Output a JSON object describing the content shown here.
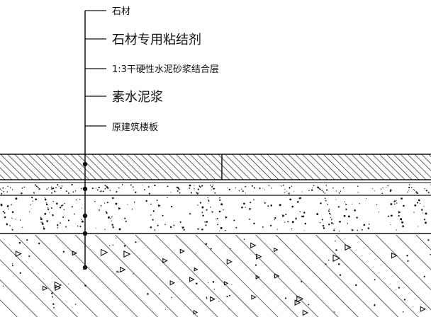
{
  "labels": [
    {
      "text": "石材",
      "size": "small"
    },
    {
      "text": "石材专用粘结剂",
      "size": "large"
    },
    {
      "text": "1:3干硬性水泥砂浆结合层",
      "size": "small"
    },
    {
      "text": "素水泥浆",
      "size": "large"
    },
    {
      "text": "原建筑楼板",
      "size": "small"
    }
  ],
  "layers": [
    {
      "name_ref": "labels.0.text",
      "pattern": "diagonal-hatch"
    },
    {
      "name_ref": "labels.1.text",
      "pattern": "thin-line"
    },
    {
      "name_ref": "labels.2.text",
      "pattern": "sand-dots"
    },
    {
      "name_ref": "labels.3.text",
      "pattern": "thin-line"
    },
    {
      "name_ref": "labels.4.text",
      "pattern": "concrete-hatch"
    }
  ],
  "colors": {
    "line": "#111111",
    "background": "#ffffff"
  }
}
